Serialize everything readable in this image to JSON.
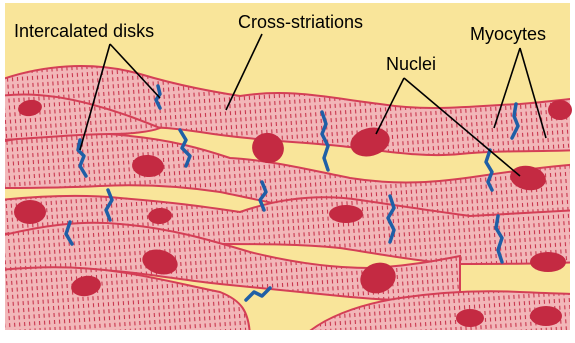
{
  "labels": {
    "intercalated_disks": "Intercalated disks",
    "cross_striations": "Cross-striations",
    "nuclei": "Nuclei",
    "myocytes": "Myocytes"
  },
  "colors": {
    "background": "#f9e59a",
    "myocyte_fill": "#f2b7b9",
    "myocyte_outline": "#d43f56",
    "striation": "#c8344c",
    "nucleus": "#c42a42",
    "intercalated_disk": "#1f5fa6",
    "leader_line": "#000000",
    "label_text": "#000000",
    "frame": "#ffffff"
  }
}
